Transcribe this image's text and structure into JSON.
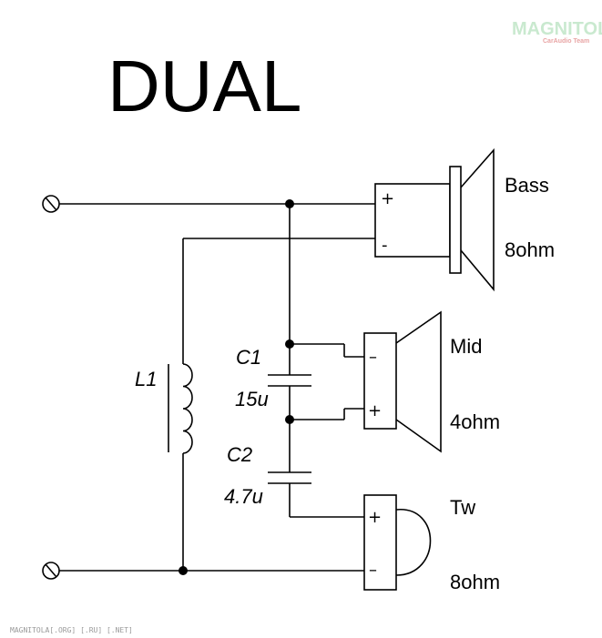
{
  "title": "DUAL",
  "watermark": {
    "brand": "MAGNITOLA",
    "tagline": "CarAudio Team",
    "footer": "MAGNITOLA[.ORG] [.RU] [.NET]"
  },
  "components": {
    "inductor": {
      "label": "L1"
    },
    "cap1": {
      "label": "C1",
      "value": "15u"
    },
    "cap2": {
      "label": "C2",
      "value": "4.7u"
    }
  },
  "speakers": {
    "bass": {
      "name": "Bass",
      "impedance": "8ohm",
      "plus": "+",
      "minus": "-"
    },
    "mid": {
      "name": "Mid",
      "impedance": "4ohm",
      "plus": "+",
      "minus": "–"
    },
    "tw": {
      "name": "Tw",
      "impedance": "8ohm",
      "plus": "+",
      "minus": "–"
    }
  },
  "colors": {
    "ink": "#000000",
    "logo_green": "#c9e9cf",
    "logo_red": "#e8a4a4",
    "footer_gray": "#9a9a9a"
  }
}
